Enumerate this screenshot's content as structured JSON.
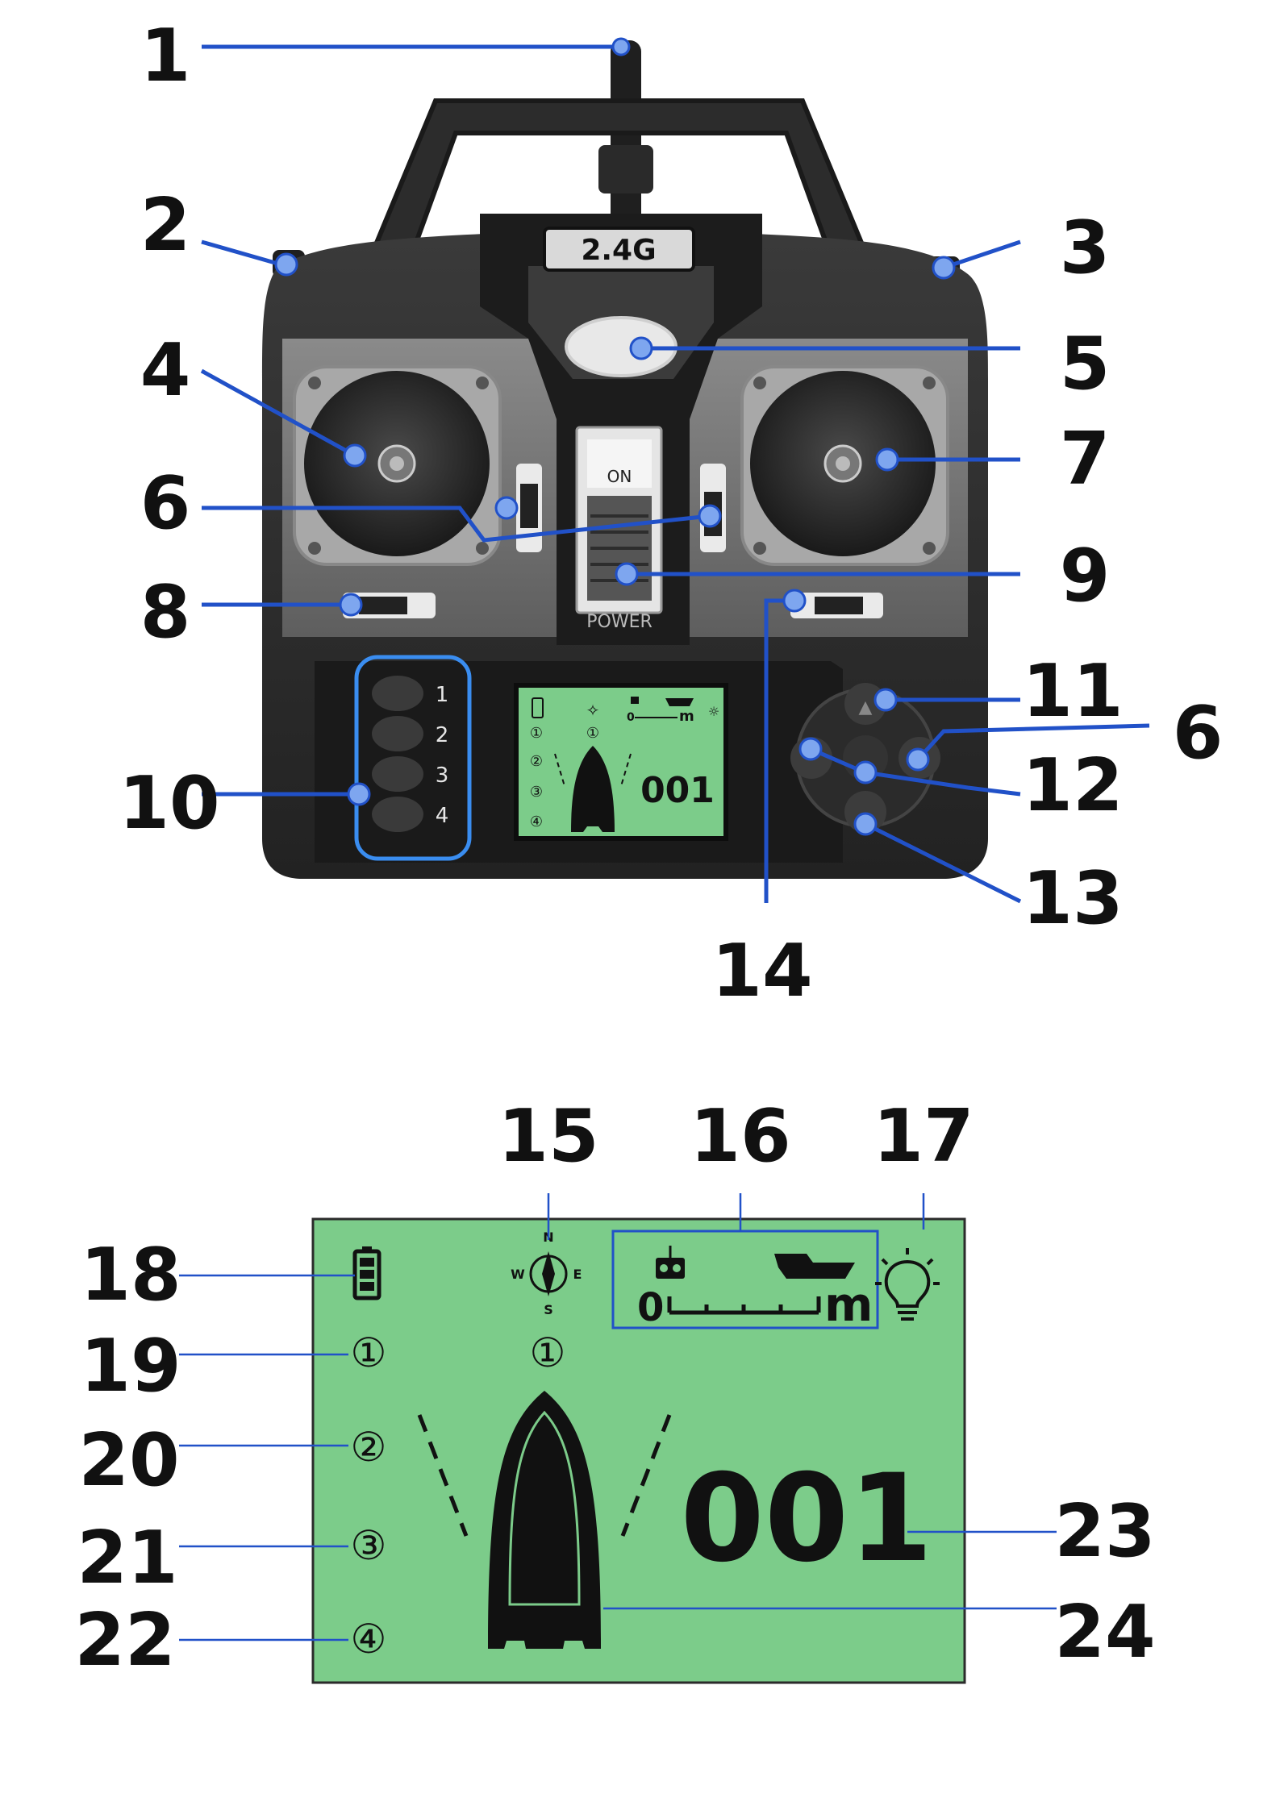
{
  "colors": {
    "callout": "#2151c8",
    "callout_dot": "#7ea6ef",
    "body_dark": "#2b2b2b",
    "body_mid": "#595959",
    "panel_grey": "#6e6e6e",
    "lcd_green": "#7ccc8a",
    "lcd_ink": "#111111",
    "key_blue": "#3a8df0"
  },
  "device": {
    "frequency_label": "2.4G",
    "switch_on_label": "ON",
    "power_label": "POWER",
    "key_labels": [
      "1",
      "2",
      "3",
      "4"
    ]
  },
  "small_lcd": {
    "channels": [
      "①",
      "②",
      "③",
      "④"
    ],
    "heading_marker": "①",
    "counter": "001",
    "scale_zero": "0",
    "scale_unit": "m"
  },
  "large_lcd": {
    "compass": {
      "n": "N",
      "s": "S",
      "e": "E",
      "w": "W"
    },
    "scale_zero": "0",
    "scale_unit": "m",
    "channels": [
      "①",
      "②",
      "③",
      "④"
    ],
    "heading_marker": "①",
    "counter": "001"
  },
  "callouts": {
    "c1": "1",
    "c2": "2",
    "c3": "3",
    "c4": "4",
    "c5": "5",
    "c6a": "6",
    "c7": "7",
    "c8": "8",
    "c9": "9",
    "c10": "10",
    "c11": "11",
    "c6b": "6",
    "c12": "12",
    "c13": "13",
    "c14": "14",
    "c15": "15",
    "c16": "16",
    "c17": "17",
    "c18": "18",
    "c19": "19",
    "c20": "20",
    "c21": "21",
    "c22": "22",
    "c23": "23",
    "c24": "24"
  }
}
